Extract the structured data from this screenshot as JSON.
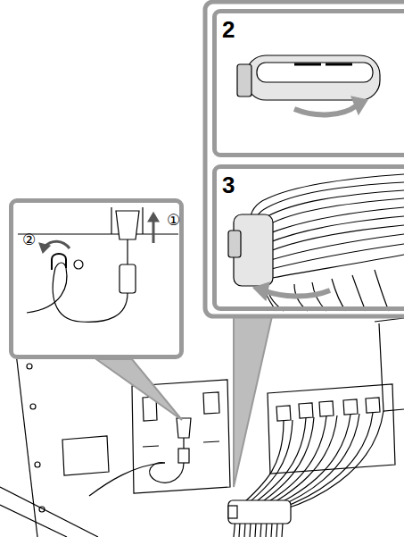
{
  "diagram": {
    "nodes": [
      {
        "text": [
          "①",
          "②"
        ]
      },
      {
        "text": [
          "2"
        ]
      },
      {
        "text": [
          "3"
        ]
      }
    ]
  }
}
